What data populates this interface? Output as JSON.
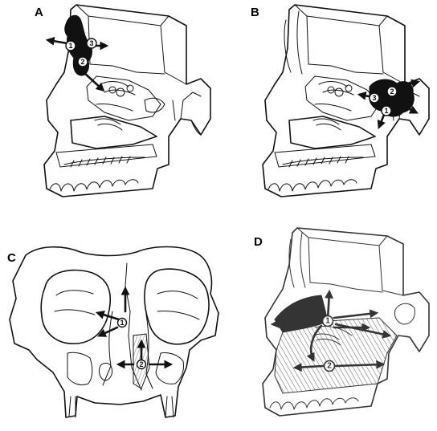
{
  "panels": [
    {
      "label": "A",
      "markers": [
        "1",
        "2",
        "3"
      ]
    },
    {
      "label": "B",
      "markers": [
        "1",
        "2",
        "3"
      ]
    },
    {
      "label": "C",
      "markers": [
        "1",
        "2"
      ]
    },
    {
      "label": "D",
      "markers": [
        "1",
        "2"
      ]
    }
  ]
}
